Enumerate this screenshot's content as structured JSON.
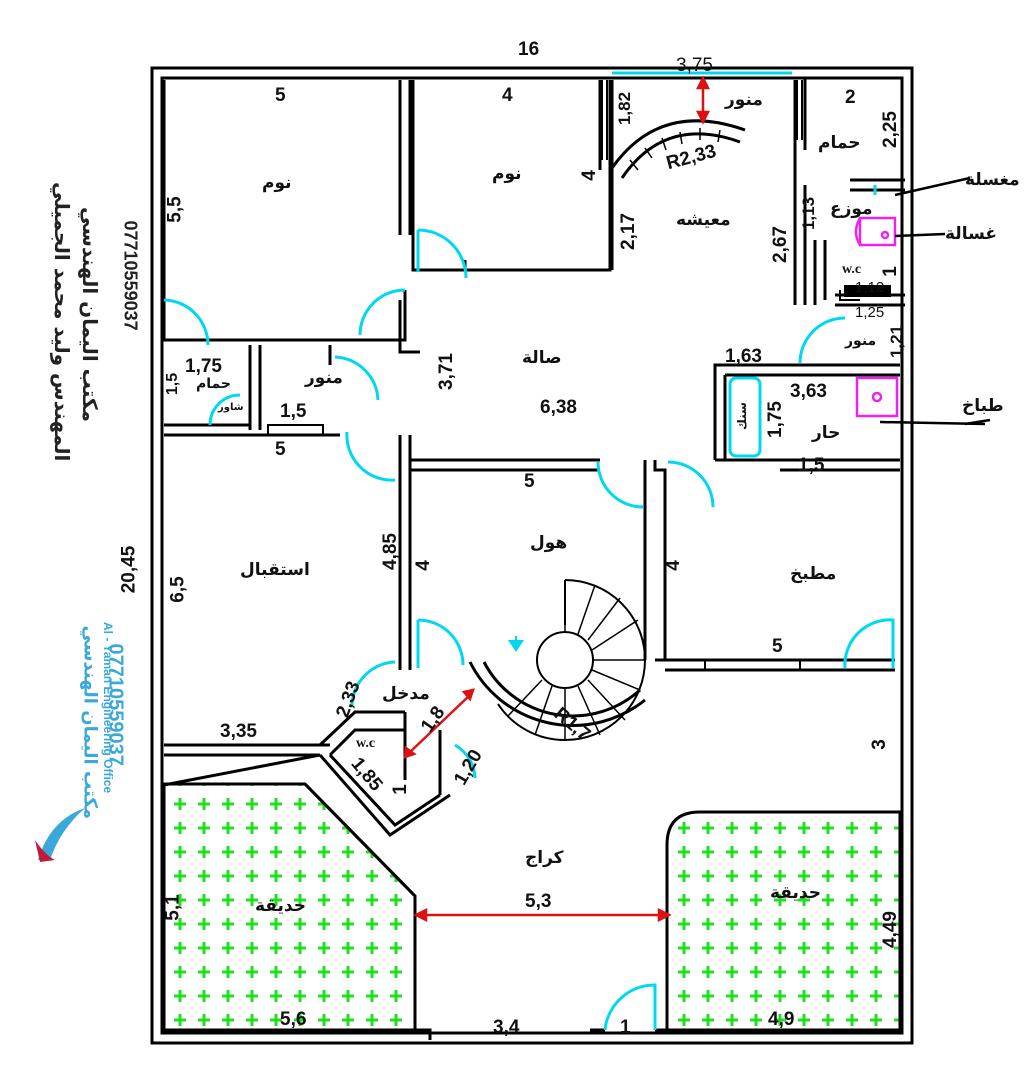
{
  "credits": {
    "engineer": "المهندس وليد محمد الجميلي",
    "office": "مكتب اليمان الهندسي",
    "phone": "07710559037"
  },
  "logo": {
    "name_ar": "مكتب اليمان الهندسي",
    "name_en": "Al - Yaman Engineering Office",
    "phone": "07710559037",
    "icon": "swoosh-logo-icon"
  },
  "rooms": {
    "bedroom1": "نوم",
    "bedroom2": "نوم",
    "living": "معيشه",
    "skylight_top": "منور",
    "bathroom_top": "حمام",
    "distributor": "موزع",
    "wc_top": "w.c",
    "skylight_right": "منور",
    "hall": "صالة",
    "skylight_left": "منور",
    "bathroom_left": "حمام",
    "shower": "شاور",
    "sink_label": "سنك",
    "hot_kitchen": "حار",
    "reception": "استقبال",
    "lobby": "هول",
    "kitchen": "مطبخ",
    "entrance": "مدخل",
    "wc_entrance": "w.c",
    "garage": "كراج",
    "garden_left": "حديقة",
    "garden_right": "حديقة"
  },
  "annotations": {
    "washbasin": "مغسلة",
    "washing_machine": "غسالة",
    "stove": "طباخ"
  },
  "dimensions": {
    "overall_width": "16",
    "overall_depth": "20,45",
    "d_375": "3,75",
    "d_5_top": "5",
    "d_4_top": "4",
    "d_2_top": "2",
    "d_182": "1,82",
    "d_225": "2,25",
    "d_r233": "R2,33",
    "d_4_bed": "4",
    "d_55": "5,5",
    "d_217": "2,17",
    "d_113": "1,13",
    "d_267": "2,67",
    "d_1_wc": "1",
    "d_112": "1,12",
    "d_125": "1,25",
    "d_121": "1,21",
    "d_163": "1,63",
    "d_175_bath": "1,75",
    "d_15_bath": "1,5",
    "d_15_sky": "1,5",
    "d_371": "3,71",
    "d_638": "6,38",
    "d_363": "3,63",
    "d_175_sink": "1,75",
    "d_15_hot": "1,5",
    "d_5_mid": "5",
    "d_5_lobby": "5",
    "d_485": "4,85",
    "d_4_lobby_l": "4",
    "d_4_lobby_r": "4",
    "d_65": "6,5",
    "d_5_kitchen": "5",
    "d_233": "2,33",
    "d_18": "1,8",
    "d_r17": "R1,7",
    "d_335": "3,35",
    "d_185": "1,85",
    "d_1_wc2": "1",
    "d_120": "1,20",
    "d_3": "3",
    "d_51": "5,1",
    "d_53": "5,3",
    "d_449": "4,49",
    "d_56": "5,6",
    "d_34": "3,4",
    "d_1_gate": "1",
    "d_49": "4,9"
  },
  "colors": {
    "wall": "#000000",
    "door": "#00d8f0",
    "garden_cross": "#22dd22",
    "fixture": "#ee22ee",
    "arrow": "#dd1111"
  }
}
